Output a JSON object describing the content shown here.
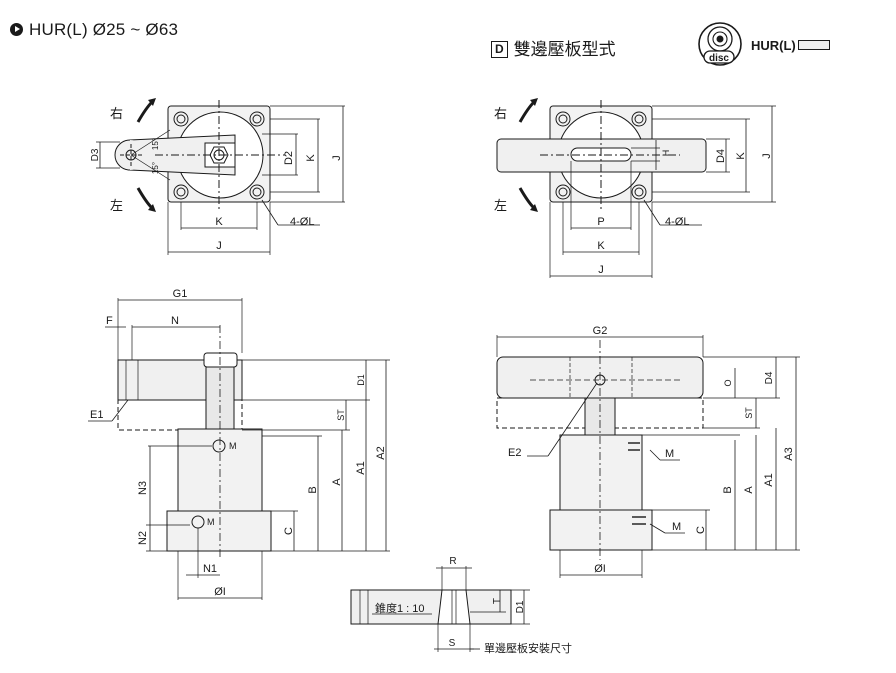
{
  "header": {
    "title": "HUR(L)  Ø25 ~ Ø63",
    "type_box": "D",
    "type_text": "雙邊壓板型式",
    "logo_word": "disc",
    "logo_model": "HUR(L)"
  },
  "labels": {
    "right": "右",
    "left": "左",
    "D2": "D2",
    "D3": "D3",
    "D4": "D4",
    "K": "K",
    "J": "J",
    "P": "P",
    "H": "H",
    "hole": "4-ØL",
    "deg15": "15°",
    "G1": "G1",
    "G2": "G2",
    "F": "F",
    "N": "N",
    "N1": "N1",
    "N2": "N2",
    "N3": "N3",
    "E1": "E1",
    "E2": "E2",
    "M": "M",
    "D1": "D1",
    "ST": "ST",
    "O": "O",
    "A": "A",
    "A1": "A1",
    "A2": "A2",
    "A3": "A3",
    "B": "B",
    "C": "C",
    "phiI": "ØI",
    "R": "R",
    "S": "S",
    "T": "T",
    "taper": "錐度1 : 10",
    "single_clamp": "單邊壓板安裝尺寸"
  }
}
